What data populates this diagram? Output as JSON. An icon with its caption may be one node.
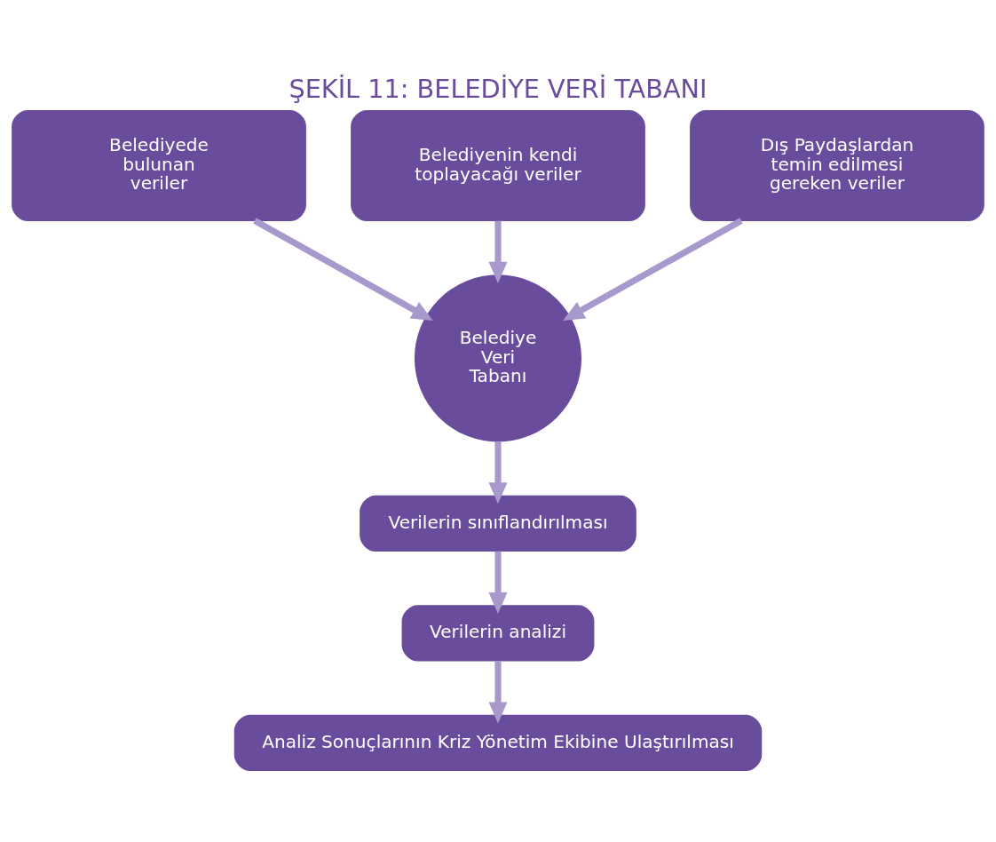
{
  "diagram": {
    "title": "ŞEKİL 11: BELEDİYE VERİ TABANI",
    "nodes": [
      {
        "text": [
          "Belediyede bulunan veriler"
        ]
      },
      {
        "text": [
          "Belediyenin kendi toplayacağı veriler"
        ]
      },
      {
        "text": [
          "Dış Paydaşlardan temin edilmesi gereken veriler"
        ]
      },
      {
        "text": [
          "Belediye Veri Tabanı"
        ]
      },
      {
        "text": [
          "Verilerin sınıflandırılması"
        ]
      },
      {
        "text": [
          "Verilerin analizi"
        ]
      },
      {
        "text": [
          "Analiz Sonuçlarının Kriz Yönetim Ekibine Ulaştırılması"
        ]
      }
    ],
    "edges": [
      {
        "from": 0,
        "to": 3,
        "arrow": "to"
      },
      {
        "from": 1,
        "to": 3,
        "arrow": "to"
      },
      {
        "from": 2,
        "to": 3,
        "arrow": "to"
      },
      {
        "from": 3,
        "to": 4,
        "arrow": "to"
      },
      {
        "from": 4,
        "to": 5,
        "arrow": "to"
      },
      {
        "from": 5,
        "to": 6,
        "arrow": "to"
      }
    ]
  }
}
